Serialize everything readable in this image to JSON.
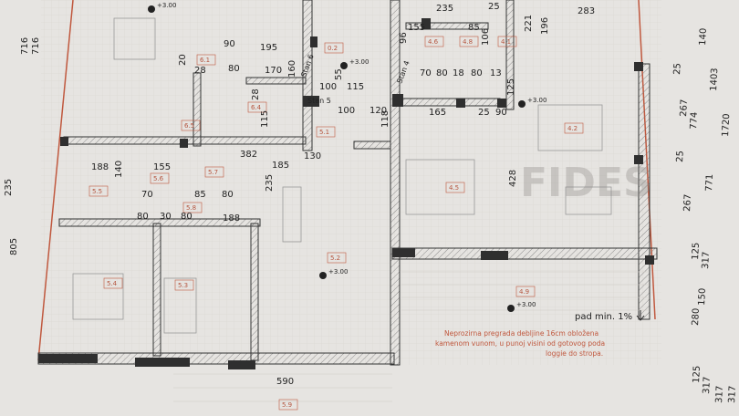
{
  "watermark": "FIDES",
  "apartment_labels": [
    "Stan 6",
    "Stan 5",
    "Stan 4"
  ],
  "rooms": [
    "6.1",
    "6.4",
    "6.5",
    "0.2",
    "4.6",
    "4.8",
    "4.1",
    "4.2",
    "4.5",
    "4.9",
    "5.1",
    "5.2",
    "5.3",
    "5.4",
    "5.5",
    "5.6",
    "5.7",
    "5.8",
    "5.9"
  ],
  "dimensions": [
    "235",
    "283",
    "25",
    "155",
    "85",
    "221",
    "196",
    "106",
    "96",
    "90",
    "195",
    "20",
    "28",
    "80",
    "170",
    "160",
    "100",
    "55",
    "70",
    "80",
    "18",
    "80",
    "13",
    "115",
    "100",
    "120",
    "118",
    "165",
    "25",
    "90",
    "125",
    "428",
    "188",
    "155",
    "140",
    "130",
    "185",
    "235",
    "382",
    "70",
    "85",
    "80",
    "80",
    "30",
    "80",
    "188",
    "590",
    "28",
    "115"
  ],
  "right_dimensions": [
    "140",
    "1403",
    "267",
    "774",
    "25",
    "1720",
    "267",
    "771",
    "25",
    "125",
    "317",
    "150",
    "280",
    "125",
    "317",
    "317",
    "317"
  ],
  "left_dimensions": [
    "716",
    "716",
    "235",
    "805"
  ],
  "elevation_marks": [
    "+3.00",
    "+3.00",
    "+3.00",
    "+3.00",
    "+3.00"
  ],
  "slope_label": "pad min. 1%",
  "note": [
    "Neprozirna pregrada debljine 16cm obložena",
    "kamenom vunom, u punoj visini od gotovog poda",
    "loggie do stropa."
  ],
  "colors": {
    "paper": "#e9e7e4",
    "wall_line": "#333333",
    "annotation_red": "#c0583e"
  }
}
